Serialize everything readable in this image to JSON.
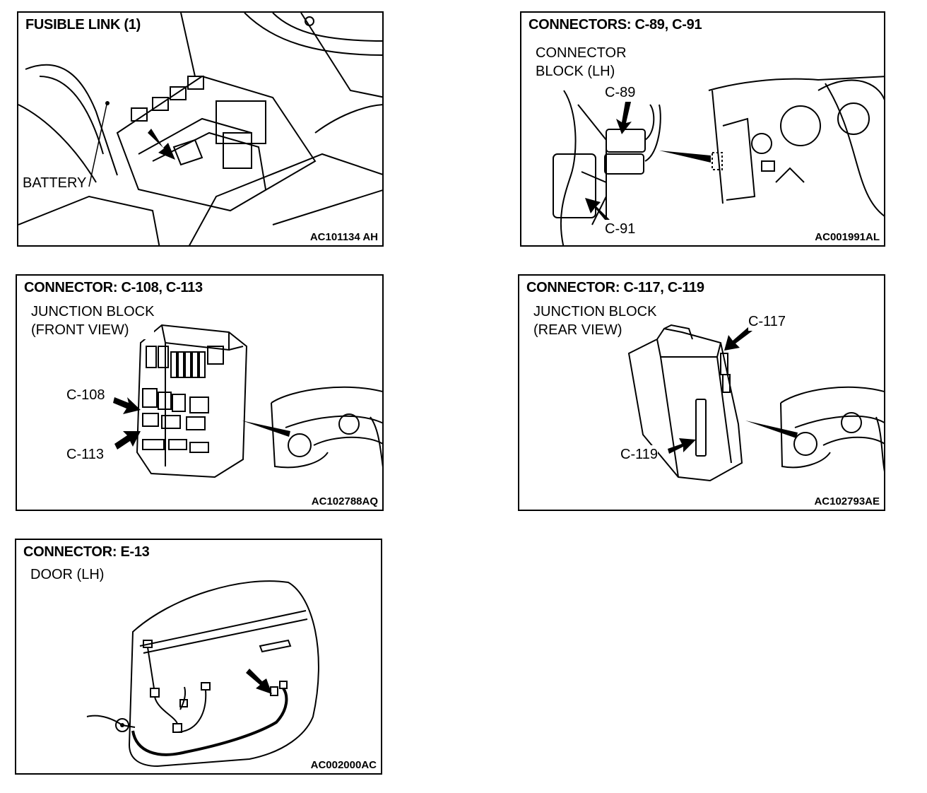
{
  "panels": [
    {
      "title": "FUSIBLE LINK (1)",
      "labels": [
        "BATTERY"
      ],
      "code": "AC101134 AH"
    },
    {
      "title": "CONNECTORS: C-89, C-91",
      "labels": [
        "CONNECTOR\nBLOCK (LH)",
        "C-89",
        "C-91"
      ],
      "code": "AC001991AL"
    },
    {
      "title": "CONNECTOR: C-108, C-113",
      "labels": [
        "JUNCTION BLOCK\n(FRONT VIEW)",
        "C-108",
        "C-113"
      ],
      "code": "AC102788AQ"
    },
    {
      "title": "CONNECTOR: C-117, C-119",
      "labels": [
        "JUNCTION BLOCK\n(REAR VIEW)",
        "C-117",
        "C-119"
      ],
      "code": "AC102793AE"
    },
    {
      "title": "CONNECTOR: E-13",
      "labels": [
        "DOOR (LH)"
      ],
      "code": "AC002000AC"
    }
  ]
}
